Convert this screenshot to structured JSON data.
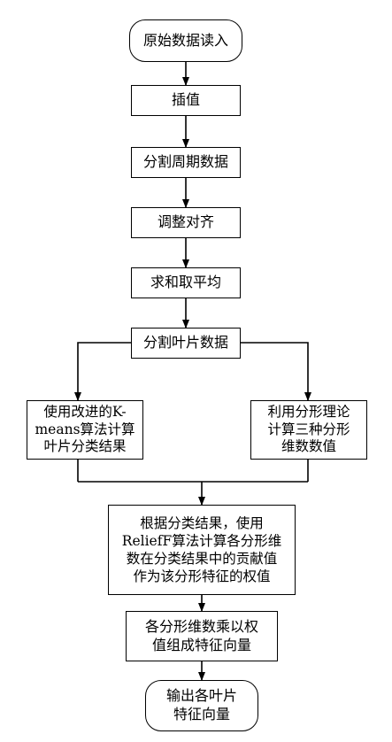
{
  "flowchart": {
    "start": "原始数据读入",
    "steps": [
      "插值",
      "分割周期数据",
      "调整对齐",
      "求和取平均",
      "分割叶片数据"
    ],
    "left_branch": "使用改进的K-\nmeans算法计算\n叶片分类结果",
    "right_branch": "利用分形理论\n计算三种分形\n维数数值",
    "merge_step": "根据分类结果，使用\nReliefF算法计算各分形维\n数在分类结果中的贡献值\n作为该分形特征的权值",
    "combine_step": "各分形维数乘以权\n值组成特征向量",
    "end": "输出各叶片\n特征向量"
  }
}
